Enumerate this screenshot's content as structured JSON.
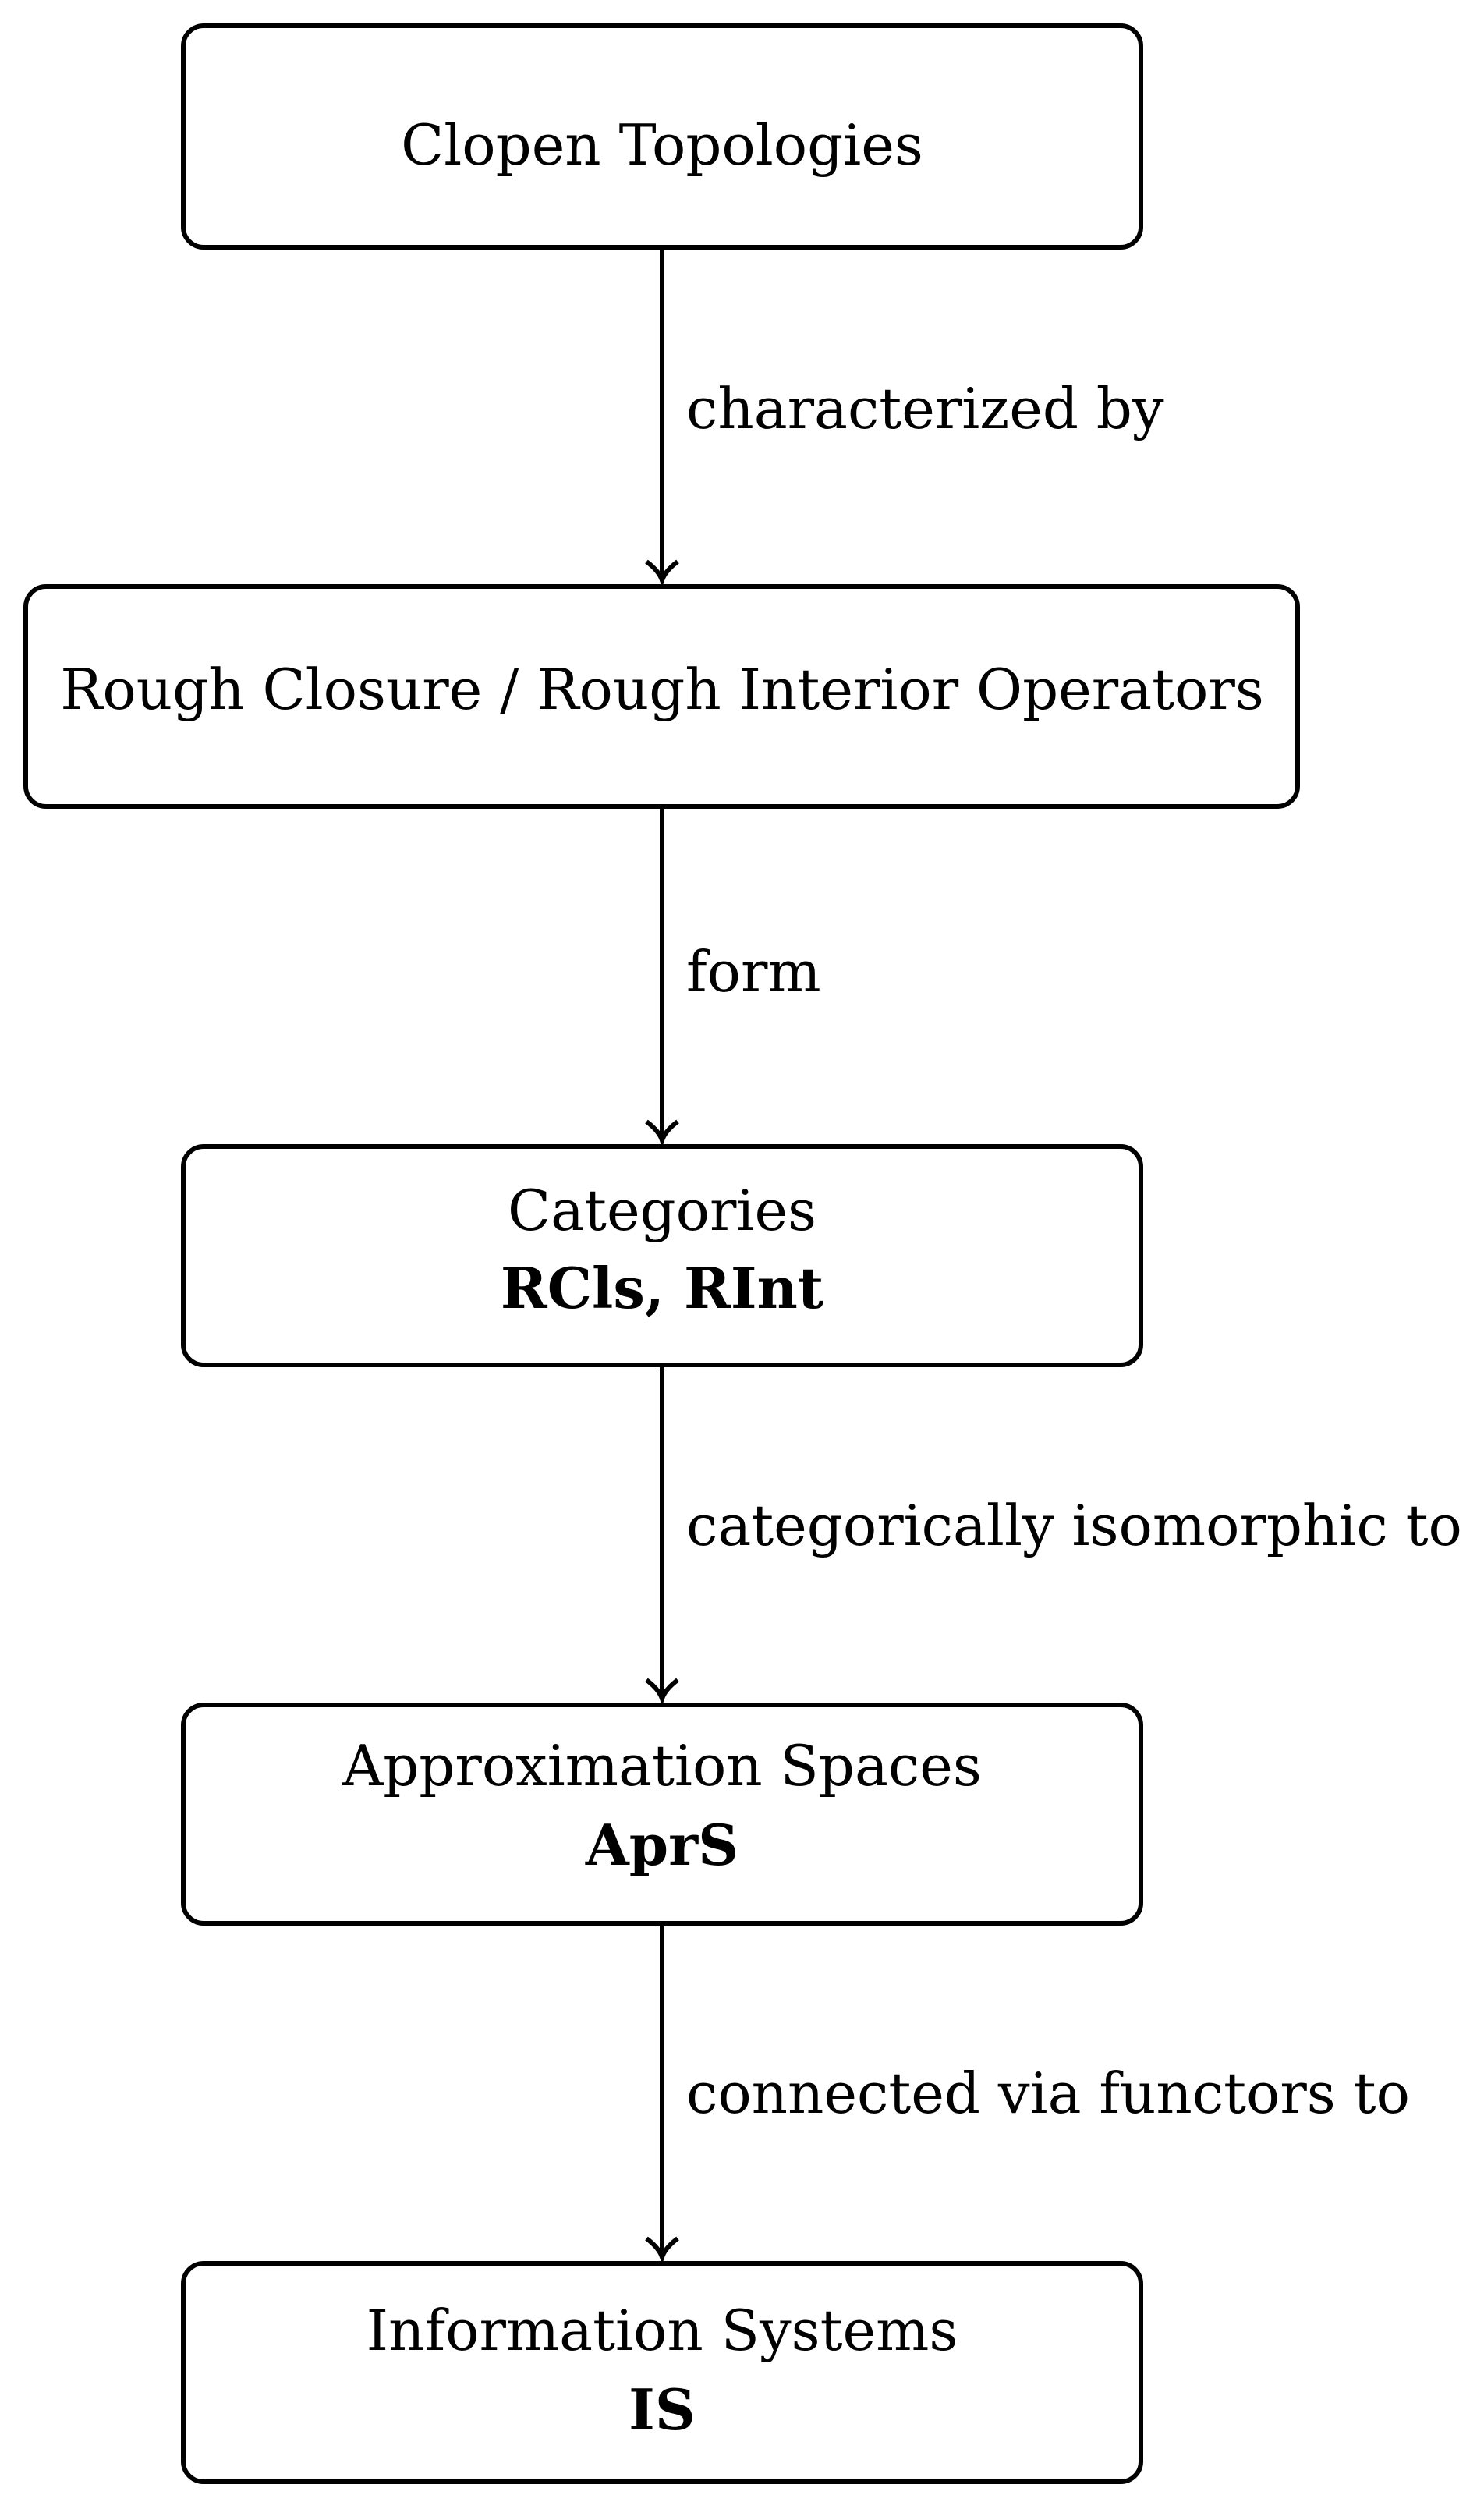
{
  "nodes": [
    {
      "title": "Clopen Topologies"
    },
    {
      "title": "Rough Closure / Rough Interior Operators"
    },
    {
      "title": "Categories",
      "subtitle": "RCls, RInt"
    },
    {
      "title": "Approximation Spaces",
      "subtitle": "AprS"
    },
    {
      "title": "Information Systems",
      "subtitle": "IS"
    }
  ],
  "edges": [
    {
      "label": "characterized by"
    },
    {
      "label": "form"
    },
    {
      "label": "categorically isomorphic to"
    },
    {
      "label": "connected via functors to"
    }
  ]
}
